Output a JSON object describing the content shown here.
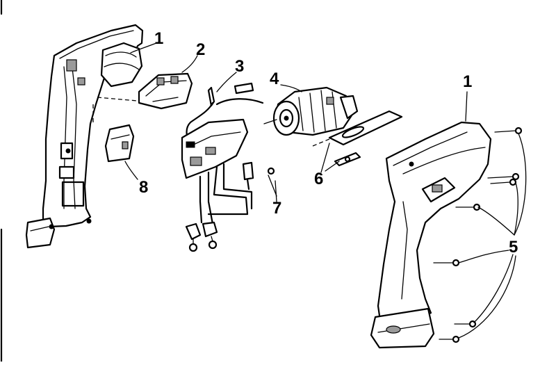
{
  "diagram": {
    "labels": {
      "housing_left": "1",
      "switch_holder": "2",
      "terminal_wire": "3",
      "motor": "4",
      "screws": "5",
      "plate_and_pin": "6",
      "small_screw": "7",
      "trigger": "8",
      "housing_right": "1"
    }
  }
}
